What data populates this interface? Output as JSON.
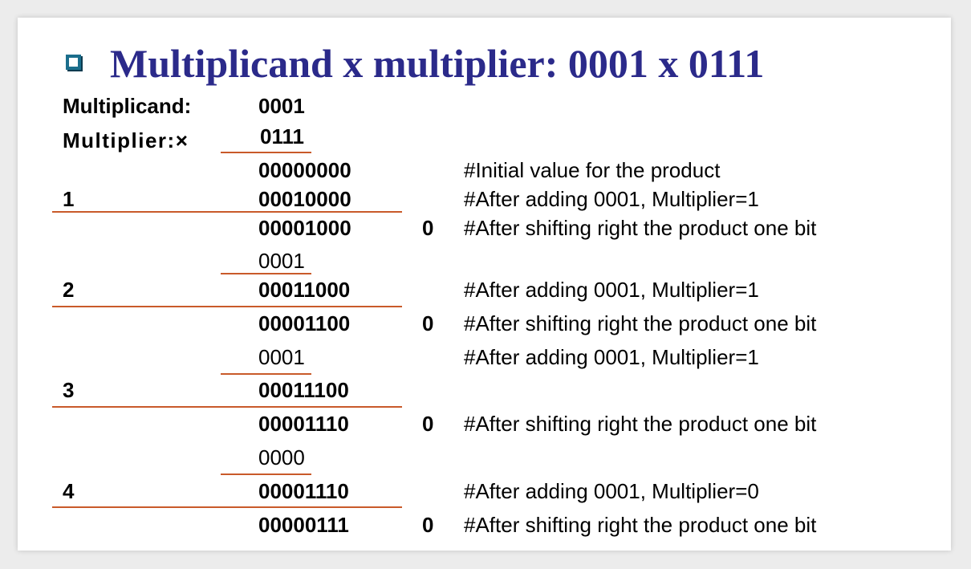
{
  "title": "Multiplicand x multiplier: 0001 x 0111",
  "labels": {
    "multiplicand_label": "Multiplicand:",
    "multiplicand_value": "0001",
    "multiplier_label": "Multiplier:×",
    "multiplier_value": "0111"
  },
  "rows": [
    {
      "step": "",
      "value": "00000000",
      "value_bold": true,
      "bit": "",
      "comment": "#Initial value for the product"
    },
    {
      "step": "1",
      "value": "00010000",
      "value_bold": true,
      "bit": "",
      "comment": "#After adding 0001, Multiplier=1"
    },
    {
      "step": "",
      "value": "00001000",
      "value_bold": true,
      "bit": "0",
      "comment": "#After shifting right the product one bit"
    },
    {
      "step": "",
      "value": "0001",
      "value_bold": false,
      "bit": "",
      "comment": ""
    },
    {
      "step": "2",
      "value": "00011000",
      "value_bold": true,
      "bit": "",
      "comment": "#After adding 0001, Multiplier=1"
    },
    {
      "step": "",
      "value": "00001100",
      "value_bold": true,
      "bit": "0",
      "comment": "#After shifting right the product one bit"
    },
    {
      "step": "",
      "value": "0001",
      "value_bold": false,
      "bit": "",
      "comment": "#After adding 0001, Multiplier=1"
    },
    {
      "step": "3",
      "value": "00011100",
      "value_bold": true,
      "bit": "",
      "comment": ""
    },
    {
      "step": "",
      "value": "00001110",
      "value_bold": true,
      "bit": "0",
      "comment": "#After shifting right the product one bit"
    },
    {
      "step": "",
      "value": "0000",
      "value_bold": false,
      "bit": "",
      "comment": ""
    },
    {
      "step": "4",
      "value": "00001110",
      "value_bold": true,
      "bit": "",
      "comment": "#After adding 0001, Multiplier=0"
    },
    {
      "step": "",
      "value": "00000111",
      "value_bold": true,
      "bit": "0",
      "comment": "#After shifting right the product one bit"
    }
  ]
}
